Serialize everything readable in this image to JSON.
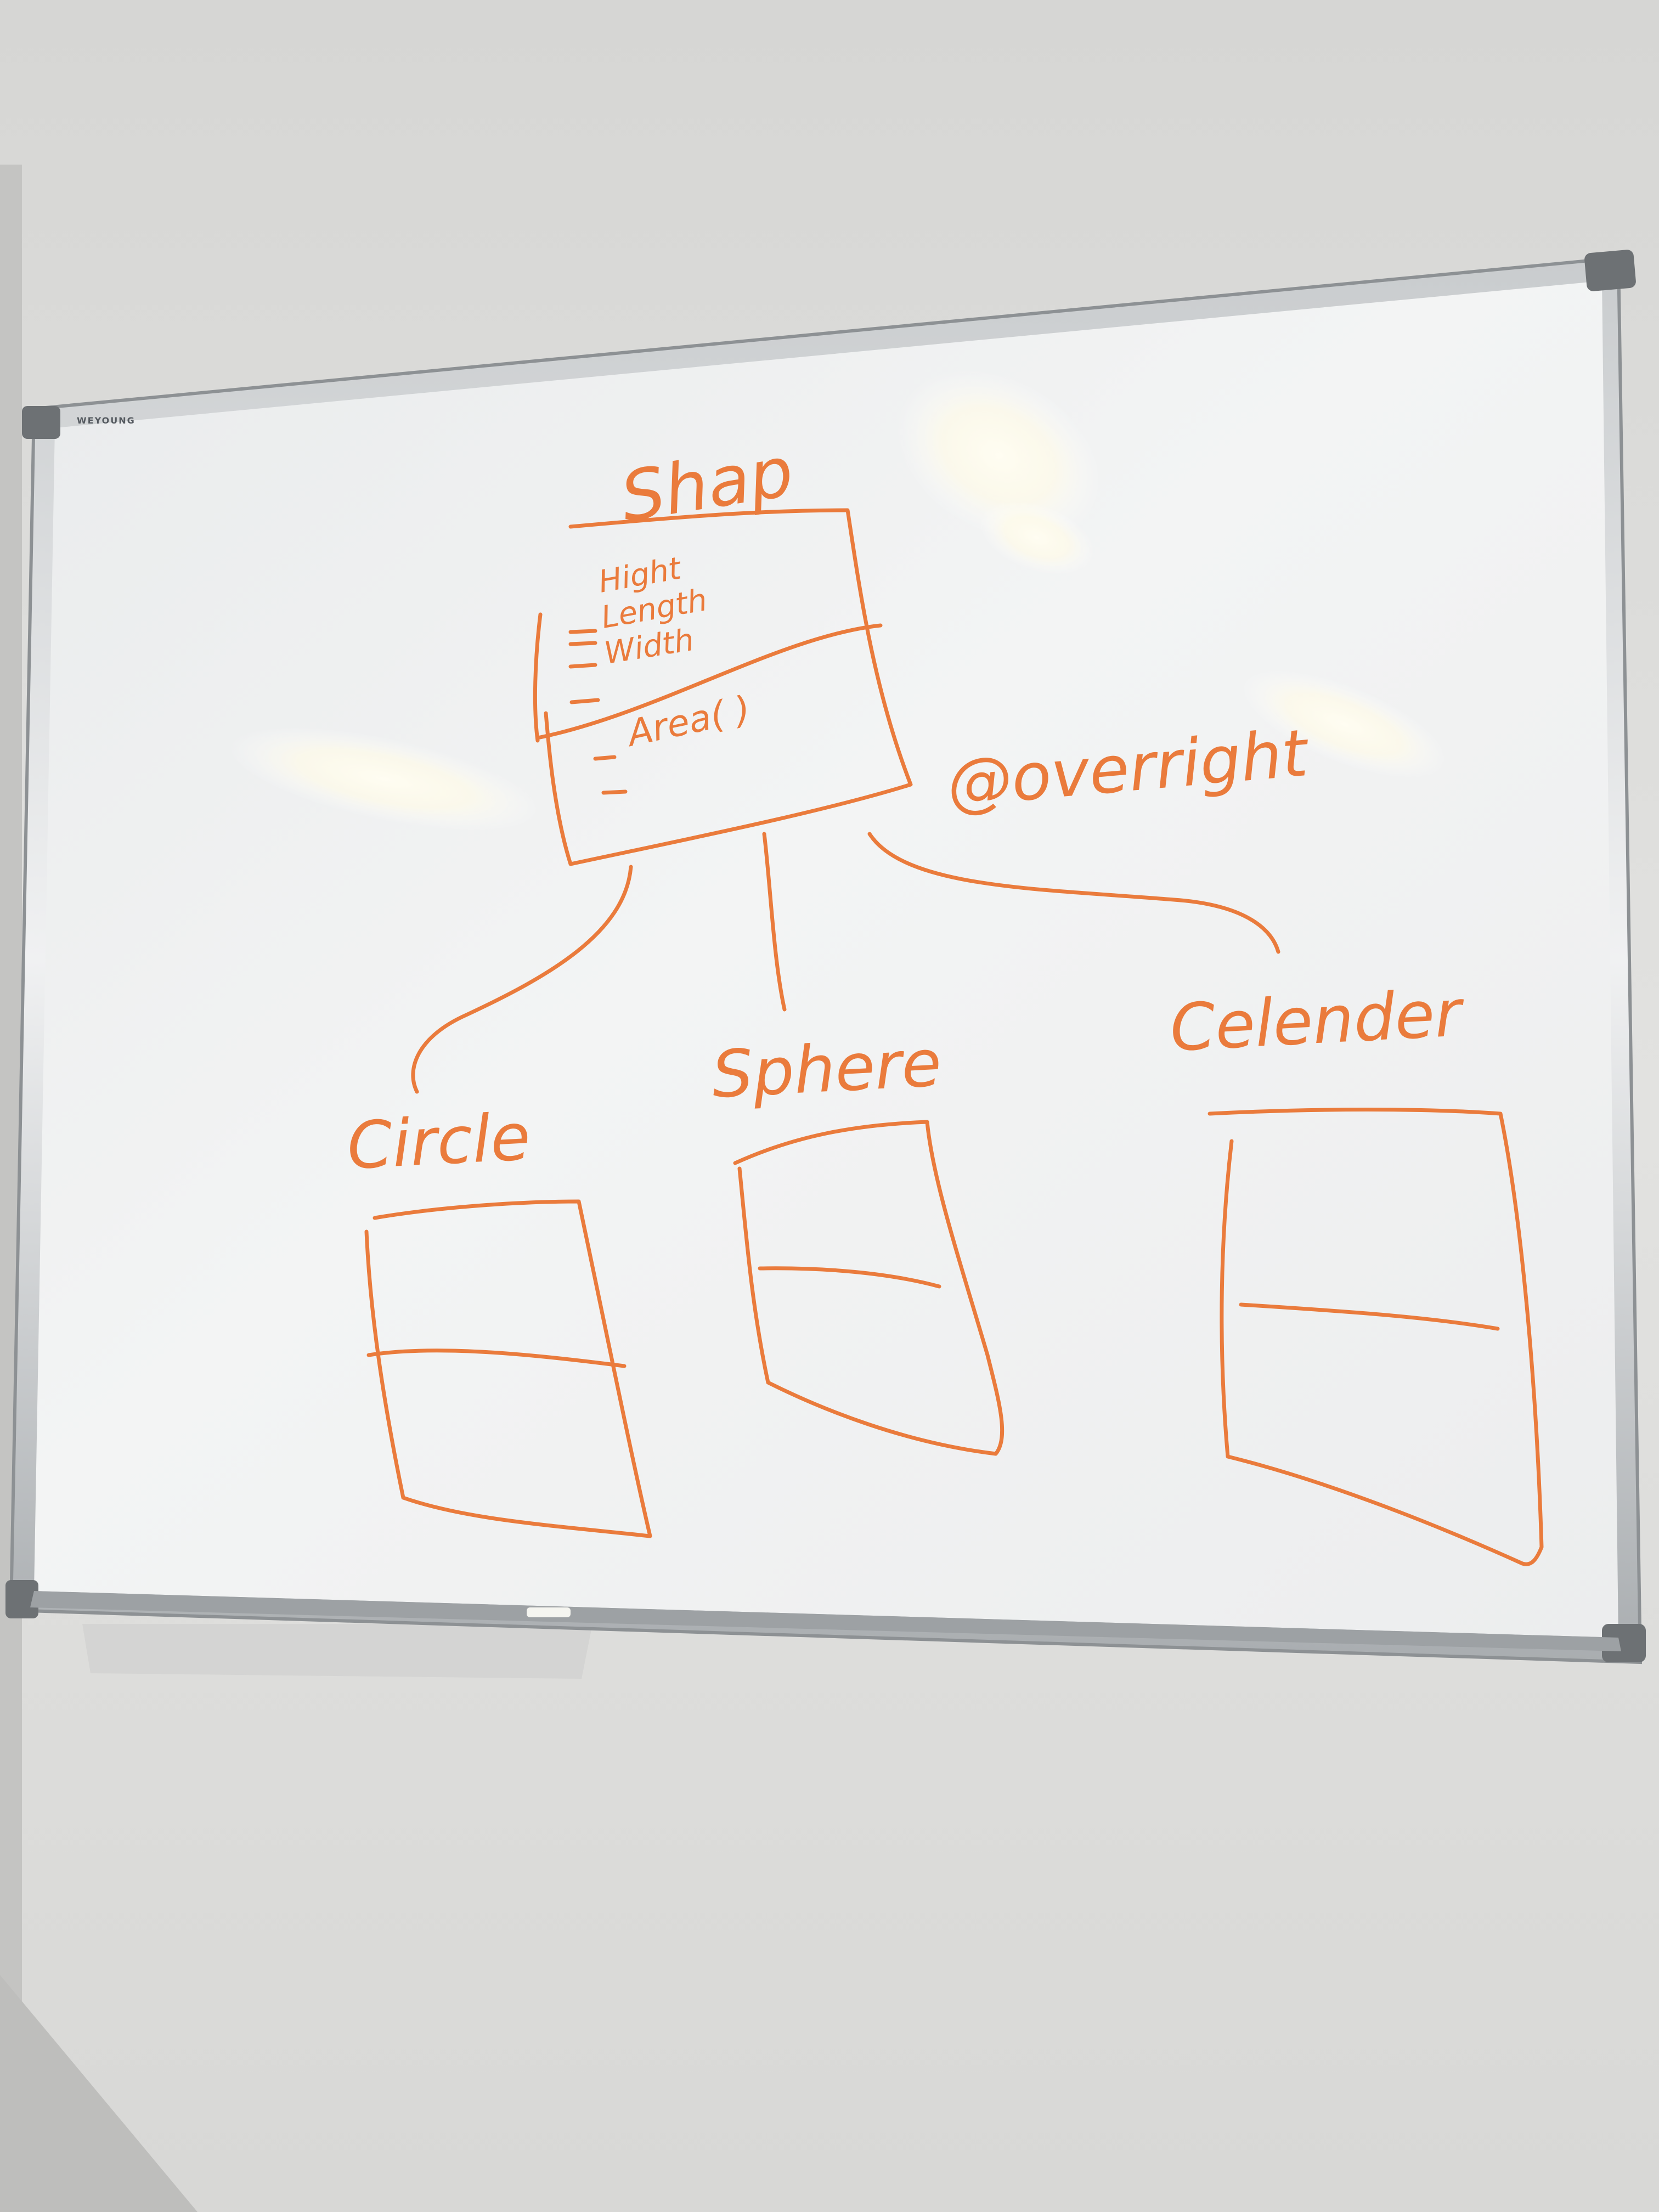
{
  "board": {
    "brand": "WEYOUNG"
  },
  "diagram": {
    "ink_color": "#ea7b3c",
    "parent": {
      "name": "Shap",
      "attributes": [
        "Hight",
        "Length",
        "Width"
      ],
      "methods": [
        "Area( )",
        ""
      ]
    },
    "annotation": "@overright",
    "children": [
      {
        "name": "Circle"
      },
      {
        "name": "Sphere"
      },
      {
        "name": "Celender"
      }
    ]
  }
}
